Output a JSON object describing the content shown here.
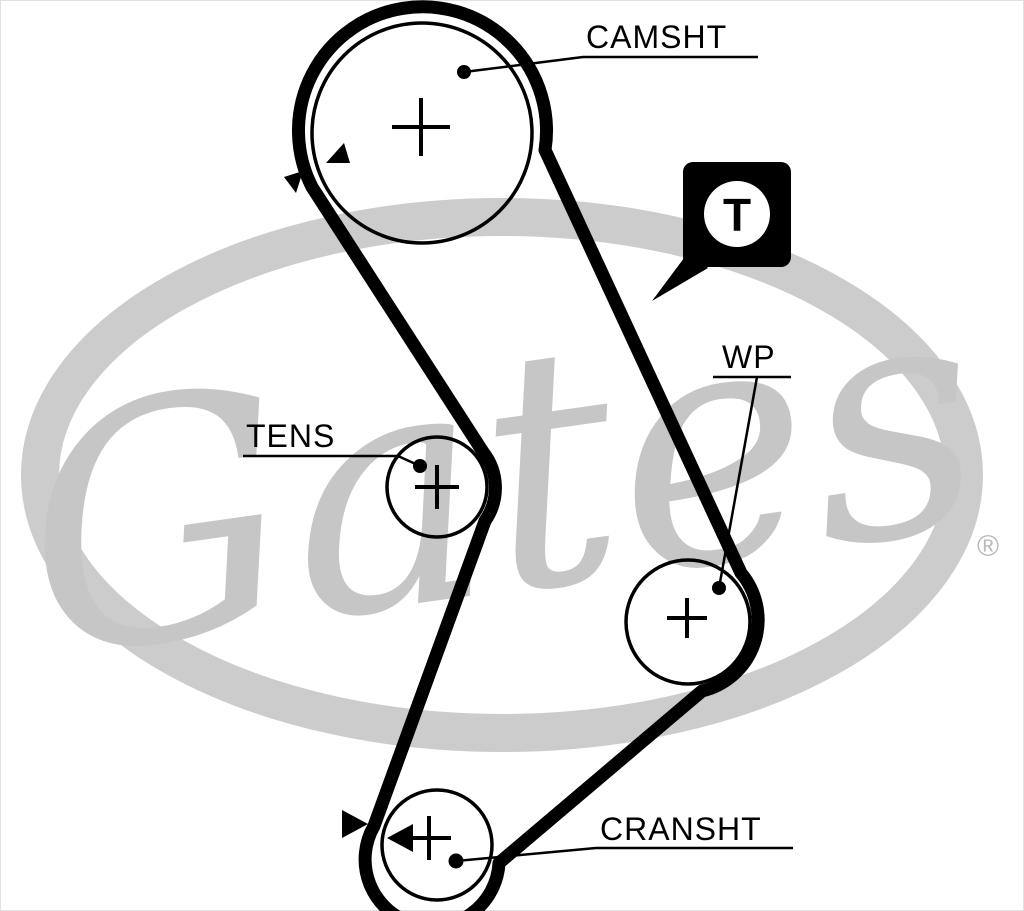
{
  "diagram": {
    "type": "timing-belt-routing-diagram",
    "watermark": {
      "brand": "Gates",
      "registered_symbol": "®"
    },
    "labels": {
      "camshaft": "CAMSHT",
      "tensioner": "TENS",
      "water_pump": "WP",
      "crankshaft": "CRANSHT",
      "timing_mark": "T"
    },
    "colors": {
      "belt": "#000000",
      "pulley_outline": "#000000",
      "label_text": "#000000",
      "watermark": "#c6c6c6",
      "background": "#ffffff"
    }
  }
}
